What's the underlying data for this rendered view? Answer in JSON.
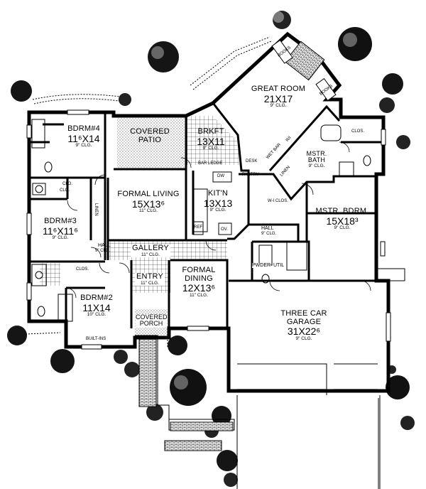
{
  "rooms": {
    "great_room": {
      "name": "GREAT ROOM",
      "size": "21X17",
      "ceiling": "9\" CLG."
    },
    "brkft": {
      "name": "BRKFT",
      "size": "13X11",
      "ceiling": "9\" CLG."
    },
    "kitchen": {
      "name": "KIT'N",
      "size": "13X13",
      "ceiling": "9\" CLG."
    },
    "bdrm4": {
      "name": "BDRM#4",
      "size": "11⁶X14",
      "ceiling": "9\" CLG."
    },
    "covered_patio": {
      "name": "COVERED PATIO"
    },
    "formal_living": {
      "name": "FORMAL LIVING",
      "size": "15X13⁶",
      "ceiling": "11\" CLG."
    },
    "bdrm3": {
      "name": "BDRM#3",
      "size": "11⁶X11⁶",
      "ceiling": "9\" CLG."
    },
    "gallery": {
      "name": "GALLERY",
      "ceiling": "11\" CLG."
    },
    "entry": {
      "name": "ENTRY",
      "ceiling": "11\" CLG."
    },
    "formal_dining": {
      "name": "FORMAL DINING",
      "size": "12X13⁶",
      "ceiling": "11\" CLG."
    },
    "bdrm2": {
      "name": "BDRM#2",
      "size": "11X14",
      "ceiling": "10\" CLG."
    },
    "covered_porch": {
      "name": "COVERED PORCH"
    },
    "mstr_bath": {
      "name": "MSTR. BATH",
      "ceiling": "9\" CLG."
    },
    "mstr_bdrm": {
      "name": "MSTR. BDRM.",
      "size": "15X18³",
      "ceiling": "9\" CLG."
    },
    "garage": {
      "name": "THREE CAR GARAGE",
      "size": "31X22⁶",
      "ceiling": "9\" CLG."
    }
  },
  "small_labels": {
    "books_left": "BOOKS",
    "books_right": "BOOKS",
    "bar_ledge": "BAR LEDGE",
    "desk": "DESK",
    "pantry": "PANTRY",
    "dw": "DW",
    "wet_bar": "WET BAR",
    "ri": "R/I",
    "linen_mstr": "LINEN",
    "clos_mstr": "CLOS.",
    "wi_clos": "W-I CLOS.",
    "ref": "REF",
    "ov": "OV.",
    "hall_right": "HALL",
    "hall_right_clg": "9\" CLG.",
    "pwder": "PWDER",
    "util": "UTIL",
    "clo_b4": "CLO.",
    "linen_left": "LINEN",
    "hall_left": "HALL",
    "hall_left_clg": "9\" CLG.",
    "clos_b2": "CLOS.",
    "built_ins": "BUILT-INS",
    "clo_b3": "CLO."
  }
}
